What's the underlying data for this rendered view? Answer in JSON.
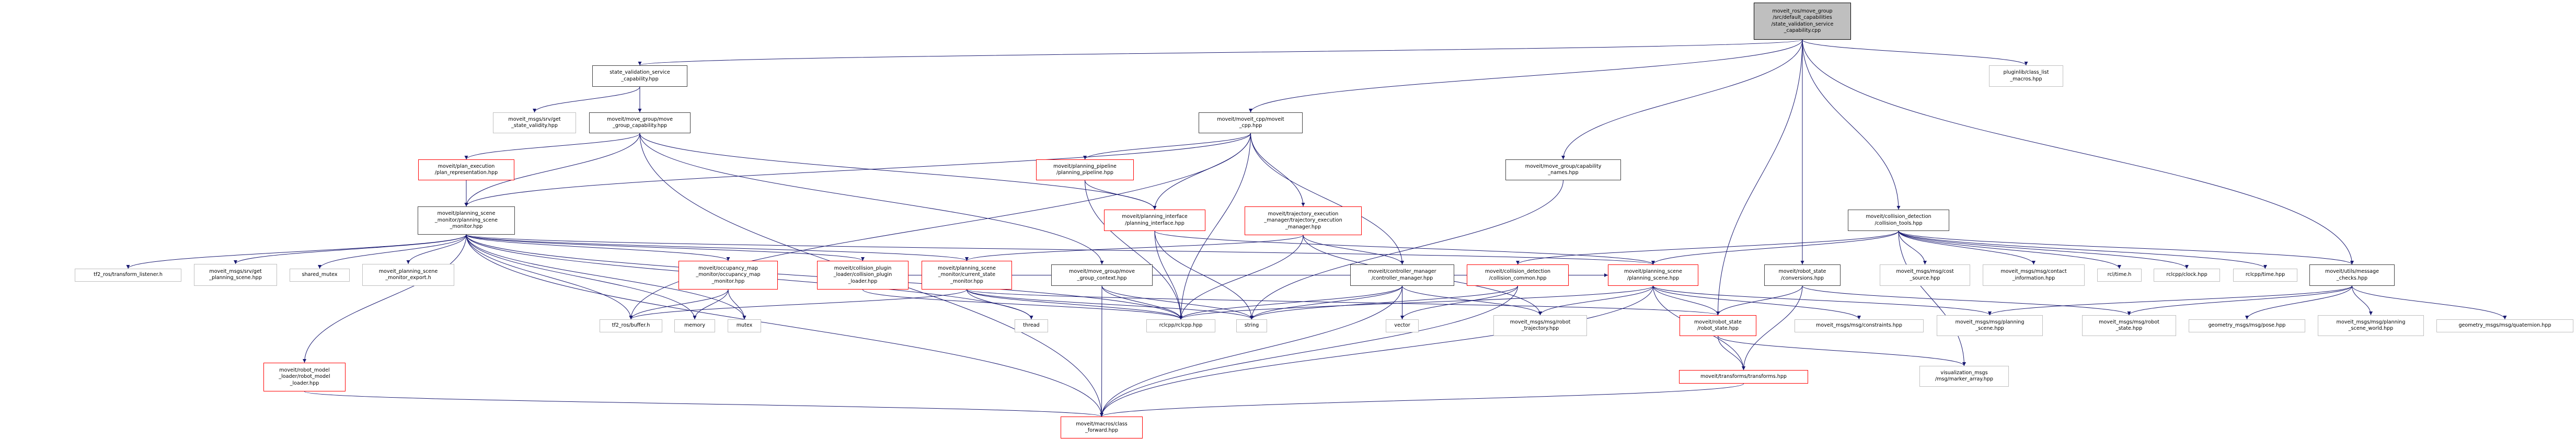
{
  "colors": {
    "edge": "#191970",
    "root_fill": "#bfbfbf",
    "documented_border": "#404040",
    "truncated_border": "#ff0000",
    "external_border": "#bfbfbf"
  },
  "graph": {
    "nodes": [
      {
        "id": "root",
        "kind": "root",
        "lines": [
          "moveit_ros/move_group",
          "/src/default_capabilities",
          "/state_validation_service",
          "_capability.cpp"
        ]
      },
      {
        "id": "svc_hpp",
        "kind": "documented",
        "lines": [
          "state_validation_service",
          "_capability.hpp"
        ]
      },
      {
        "id": "pluginlib",
        "kind": "external",
        "lines": [
          "pluginlib/class_list",
          "_macros.hpp"
        ]
      },
      {
        "id": "get_state_validity",
        "kind": "external",
        "lines": [
          "moveit_msgs/srv/get",
          "_state_validity.hpp"
        ]
      },
      {
        "id": "move_group_capability",
        "kind": "documented",
        "lines": [
          "moveit/move_group/move",
          "_group_capability.hpp"
        ]
      },
      {
        "id": "moveit_cpp",
        "kind": "documented",
        "lines": [
          "moveit/moveit_cpp/moveit",
          "_cpp.hpp"
        ]
      },
      {
        "id": "plan_repr",
        "kind": "truncated",
        "lines": [
          "moveit/plan_execution",
          "/plan_representation.hpp"
        ]
      },
      {
        "id": "planning_pipeline",
        "kind": "truncated",
        "lines": [
          "moveit/planning_pipeline",
          "/planning_pipeline.hpp"
        ]
      },
      {
        "id": "capability_names",
        "kind": "documented",
        "lines": [
          "moveit/move_group/capability",
          "_names.hpp"
        ]
      },
      {
        "id": "psm",
        "kind": "documented",
        "lines": [
          "moveit/planning_scene",
          "_monitor/planning_scene",
          "_monitor.hpp"
        ]
      },
      {
        "id": "planning_interface",
        "kind": "truncated",
        "lines": [
          "moveit/planning_interface",
          "/planning_interface.hpp"
        ]
      },
      {
        "id": "traj_exec",
        "kind": "truncated",
        "lines": [
          "moveit/trajectory_execution",
          "_manager/trajectory_execution",
          "_manager.hpp"
        ]
      },
      {
        "id": "collision_tools",
        "kind": "documented",
        "lines": [
          "moveit/collision_detection",
          "/collision_tools.hpp"
        ]
      },
      {
        "id": "tf2_listener",
        "kind": "external",
        "lines": [
          "tf2_ros/transform_listener.h"
        ]
      },
      {
        "id": "get_planning_scene",
        "kind": "external",
        "lines": [
          "moveit_msgs/srv/get",
          "_planning_scene.hpp"
        ]
      },
      {
        "id": "shared_mutex",
        "kind": "external",
        "lines": [
          "shared_mutex"
        ]
      },
      {
        "id": "psm_export",
        "kind": "external",
        "lines": [
          "moveit_planning_scene",
          "_monitor_export.h"
        ]
      },
      {
        "id": "occupancy",
        "kind": "truncated",
        "lines": [
          "moveit/occupancy_map",
          "_monitor/occupancy_map",
          "_monitor.hpp"
        ]
      },
      {
        "id": "cpl",
        "kind": "truncated",
        "lines": [
          "moveit/collision_plugin",
          "_loader/collision_plugin",
          "_loader.hpp"
        ]
      },
      {
        "id": "csm",
        "kind": "truncated",
        "lines": [
          "moveit/planning_scene",
          "_monitor/current_state",
          "_monitor.hpp"
        ]
      },
      {
        "id": "mgc",
        "kind": "documented",
        "lines": [
          "moveit/move_group/move",
          "_group_context.hpp"
        ]
      },
      {
        "id": "cm",
        "kind": "documented",
        "lines": [
          "moveit/controller_manager",
          "/controller_manager.hpp"
        ]
      },
      {
        "id": "cc",
        "kind": "truncated",
        "lines": [
          "moveit/collision_detection",
          "/collision_common.hpp"
        ]
      },
      {
        "id": "ps",
        "kind": "truncated",
        "lines": [
          "moveit/planning_scene",
          "/planning_scene.hpp"
        ]
      },
      {
        "id": "conv",
        "kind": "documented",
        "lines": [
          "moveit/robot_state",
          "/conversions.hpp"
        ]
      },
      {
        "id": "cost",
        "kind": "external",
        "lines": [
          "moveit_msgs/msg/cost",
          "_source.hpp"
        ]
      },
      {
        "id": "contact",
        "kind": "external",
        "lines": [
          "moveit_msgs/msg/contact",
          "_information.hpp"
        ]
      },
      {
        "id": "rcl_time",
        "kind": "external",
        "lines": [
          "rcl/time.h"
        ]
      },
      {
        "id": "rclcpp_clock",
        "kind": "external",
        "lines": [
          "rclcpp/clock.hpp"
        ]
      },
      {
        "id": "rclcpp_time",
        "kind": "external",
        "lines": [
          "rclcpp/time.hpp"
        ]
      },
      {
        "id": "mc",
        "kind": "documented",
        "lines": [
          "moveit/utils/message",
          "_checks.hpp"
        ]
      },
      {
        "id": "tf2_buffer",
        "kind": "external",
        "lines": [
          "tf2_ros/buffer.h"
        ]
      },
      {
        "id": "memory",
        "kind": "external",
        "lines": [
          "memory"
        ]
      },
      {
        "id": "mutex",
        "kind": "external",
        "lines": [
          "mutex"
        ]
      },
      {
        "id": "thread",
        "kind": "external",
        "lines": [
          "thread"
        ]
      },
      {
        "id": "rclcpp",
        "kind": "external",
        "lines": [
          "rclcpp/rclcpp.hpp"
        ]
      },
      {
        "id": "string",
        "kind": "external",
        "lines": [
          "string"
        ]
      },
      {
        "id": "vector",
        "kind": "external",
        "lines": [
          "vector"
        ]
      },
      {
        "id": "rt",
        "kind": "external",
        "lines": [
          "moveit_msgs/msg/robot",
          "_trajectory.hpp"
        ]
      },
      {
        "id": "rs",
        "kind": "truncated",
        "lines": [
          "moveit/robot_state",
          "/robot_state.hpp"
        ]
      },
      {
        "id": "constraints",
        "kind": "external",
        "lines": [
          "moveit_msgs/msg/constraints.hpp"
        ]
      },
      {
        "id": "psmsg",
        "kind": "external",
        "lines": [
          "moveit_msgs/msg/planning",
          "_scene.hpp"
        ]
      },
      {
        "id": "rsmsg",
        "kind": "external",
        "lines": [
          "moveit_msgs/msg/robot",
          "_state.hpp"
        ]
      },
      {
        "id": "pose",
        "kind": "external",
        "lines": [
          "geometry_msgs/msg/pose.hpp"
        ]
      },
      {
        "id": "psw",
        "kind": "external",
        "lines": [
          "moveit_msgs/msg/planning",
          "_scene_world.hpp"
        ]
      },
      {
        "id": "quat",
        "kind": "external",
        "lines": [
          "geometry_msgs/msg/quaternion.hpp"
        ]
      },
      {
        "id": "rml",
        "kind": "truncated",
        "lines": [
          "moveit/robot_model",
          "_loader/robot_model",
          "_loader.hpp"
        ]
      },
      {
        "id": "transforms",
        "kind": "truncated",
        "lines": [
          "moveit/transforms/transforms.hpp"
        ]
      },
      {
        "id": "marker",
        "kind": "external",
        "lines": [
          "visualization_msgs",
          "/msg/marker_array.hpp"
        ]
      },
      {
        "id": "cf",
        "kind": "truncated",
        "lines": [
          "moveit/macros/class",
          "_forward.hpp"
        ]
      }
    ],
    "edges": [
      [
        "root",
        "svc_hpp"
      ],
      [
        "root",
        "moveit_cpp"
      ],
      [
        "root",
        "capability_names"
      ],
      [
        "root",
        "conv"
      ],
      [
        "root",
        "collision_tools"
      ],
      [
        "root",
        "pluginlib"
      ],
      [
        "root",
        "rs"
      ],
      [
        "root",
        "mc"
      ],
      [
        "svc_hpp",
        "get_state_validity"
      ],
      [
        "svc_hpp",
        "move_group_capability"
      ],
      [
        "move_group_capability",
        "psm"
      ],
      [
        "move_group_capability",
        "plan_repr"
      ],
      [
        "move_group_capability",
        "mgc"
      ],
      [
        "move_group_capability",
        "planning_interface"
      ],
      [
        "move_group_capability",
        "cf"
      ],
      [
        "moveit_cpp",
        "psm"
      ],
      [
        "moveit_cpp",
        "planning_pipeline"
      ],
      [
        "moveit_cpp",
        "planning_interface"
      ],
      [
        "moveit_cpp",
        "rclcpp"
      ],
      [
        "moveit_cpp",
        "traj_exec"
      ],
      [
        "moveit_cpp",
        "cm"
      ],
      [
        "moveit_cpp",
        "tf2_buffer"
      ],
      [
        "plan_repr",
        "psm"
      ],
      [
        "psm",
        "tf2_listener"
      ],
      [
        "psm",
        "get_planning_scene"
      ],
      [
        "psm",
        "shared_mutex"
      ],
      [
        "psm",
        "psm_export"
      ],
      [
        "psm",
        "rml"
      ],
      [
        "psm",
        "occupancy"
      ],
      [
        "psm",
        "cpl"
      ],
      [
        "psm",
        "csm"
      ],
      [
        "psm",
        "ps"
      ],
      [
        "psm",
        "tf2_buffer"
      ],
      [
        "psm",
        "memory"
      ],
      [
        "psm",
        "mutex"
      ],
      [
        "psm",
        "thread"
      ],
      [
        "psm",
        "rclcpp"
      ],
      [
        "psm",
        "cf"
      ],
      [
        "planning_pipeline",
        "planning_interface"
      ],
      [
        "planning_pipeline",
        "rclcpp"
      ],
      [
        "planning_interface",
        "rclcpp"
      ],
      [
        "planning_interface",
        "string"
      ],
      [
        "planning_interface",
        "ps"
      ],
      [
        "traj_exec",
        "cm"
      ],
      [
        "traj_exec",
        "rclcpp"
      ],
      [
        "traj_exec",
        "rt"
      ],
      [
        "traj_exec",
        "csm"
      ],
      [
        "occupancy",
        "tf2_buffer"
      ],
      [
        "occupancy",
        "memory"
      ],
      [
        "occupancy",
        "mutex"
      ],
      [
        "cpl",
        "rclcpp"
      ],
      [
        "cpl",
        "ps"
      ],
      [
        "csm",
        "rclcpp"
      ],
      [
        "csm",
        "tf2_buffer"
      ],
      [
        "csm",
        "thread"
      ],
      [
        "csm",
        "rs"
      ],
      [
        "csm",
        "string"
      ],
      [
        "mgc",
        "rclcpp"
      ],
      [
        "mgc",
        "cf"
      ],
      [
        "mgc",
        "string"
      ],
      [
        "cm",
        "vector"
      ],
      [
        "cm",
        "string"
      ],
      [
        "cm",
        "rt"
      ],
      [
        "cm",
        "cf"
      ],
      [
        "cm",
        "rclcpp"
      ],
      [
        "cc",
        "vector"
      ],
      [
        "cc",
        "string"
      ],
      [
        "cc",
        "cf"
      ],
      [
        "capability_names",
        "string"
      ],
      [
        "ps",
        "rs"
      ],
      [
        "ps",
        "transforms"
      ],
      [
        "ps",
        "cf"
      ],
      [
        "ps",
        "rt"
      ],
      [
        "ps",
        "constraints"
      ],
      [
        "ps",
        "psmsg"
      ],
      [
        "ps",
        "rclcpp"
      ],
      [
        "rs",
        "transforms"
      ],
      [
        "rs",
        "marker"
      ],
      [
        "conv",
        "rs"
      ],
      [
        "conv",
        "transforms"
      ],
      [
        "conv",
        "rsmsg"
      ],
      [
        "collision_tools",
        "cc"
      ],
      [
        "collision_tools",
        "ps"
      ],
      [
        "collision_tools",
        "cost"
      ],
      [
        "collision_tools",
        "contact"
      ],
      [
        "collision_tools",
        "marker"
      ],
      [
        "collision_tools",
        "rcl_time"
      ],
      [
        "collision_tools",
        "rclcpp_clock"
      ],
      [
        "collision_tools",
        "rclcpp_time"
      ],
      [
        "collision_tools",
        "mc"
      ],
      [
        "mc",
        "rsmsg"
      ],
      [
        "mc",
        "pose"
      ],
      [
        "mc",
        "psw"
      ],
      [
        "mc",
        "quat"
      ],
      [
        "mc",
        "psmsg"
      ],
      [
        "transforms",
        "cf"
      ],
      [
        "rml",
        "cf"
      ]
    ]
  }
}
